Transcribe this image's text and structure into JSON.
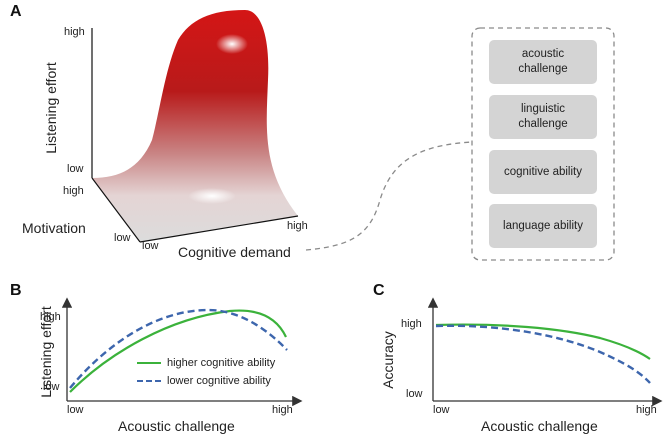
{
  "panels": {
    "a": {
      "letter": "A",
      "z_axis_label": "Listening effort",
      "z_high": "high",
      "z_low": "low",
      "motivation_label": "Motivation",
      "motivation_high": "high",
      "motivation_low": "low",
      "demand_label": "Cognitive demand",
      "demand_low": "low",
      "demand_high": "high",
      "surface_color": "#d11a1a",
      "factors": [
        "acoustic challenge",
        "linguistic challenge",
        "cognitive ability",
        "language ability"
      ]
    },
    "b": {
      "letter": "B",
      "y_label": "Listening effort",
      "y_high": "high",
      "y_low": "low",
      "x_label": "Acoustic challenge",
      "x_low": "low",
      "x_high": "high",
      "legend": {
        "higher": "higher cognitive ability",
        "lower": "lower cognitive ability"
      }
    },
    "c": {
      "letter": "C",
      "y_label": "Accuracy",
      "y_high": "high",
      "y_low": "low",
      "x_label": "Acoustic challenge",
      "x_low": "low",
      "x_high": "high"
    }
  },
  "colors": {
    "higher_ability": "#3bb23b",
    "lower_ability": "#3d66ad",
    "box_fill": "#d4d4d4",
    "dashed_outline": "#8a8a8a"
  }
}
